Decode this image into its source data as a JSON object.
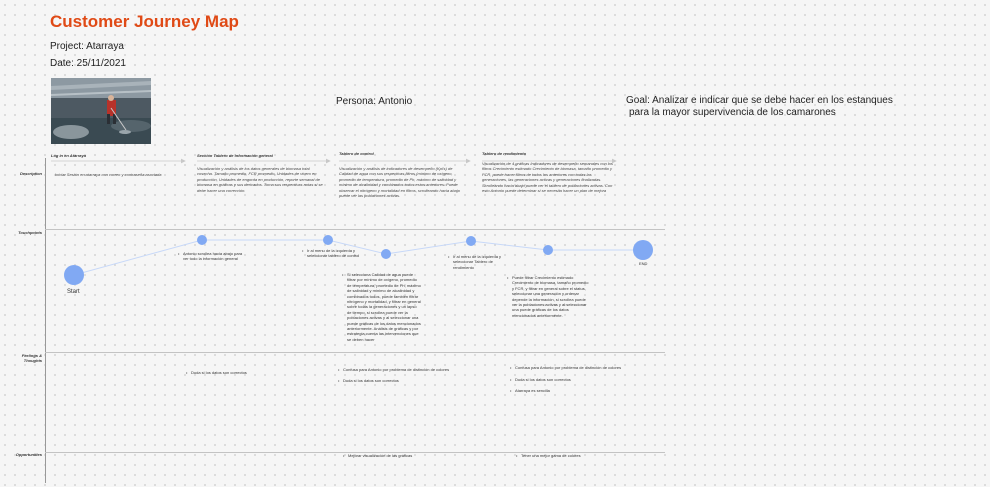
{
  "header": {
    "title": "Customer Journey Map",
    "project": "Project: Atarraya",
    "date": "Date: 25/11/2021"
  },
  "persona": "Persona: Antonio",
  "goal": {
    "line1": "Goal: Analizar e indicar que se debe hacer en los estanques",
    "line2": "para la mayor supervivencia de los camarones"
  },
  "rows": {
    "description": "Description",
    "touchpoints": "Touchpoints",
    "feelings": [
      "Feelings &",
      "Thoughts"
    ],
    "opportunities": "Opportunities"
  },
  "stages": [
    {
      "label": "Log in en Atarraya",
      "description": "Iniciar Sesión en atarraya con correo y contraseña asociada"
    },
    {
      "label": "Sección Tablero de información general",
      "description": "Visualización y análisis de los datos generales de biomasa total cosecha. Tamaño promedio, FCR promedio, Unidades de vivero en producción, Unidades de engorda en producción, reporte semanal de biomasa en gráficas y sus derivados. Toma sus respectivas notas si se debe hacer una corrección."
    },
    {
      "label": "Tablero de  control",
      "description": "Visualización y análisis de indicadores de desempeño (Kpi's) de Calidad de agua con sus respectivas filtros (mínimo de oxígeno, promedio de temperatura, promedio de Ph, máximo de salinidad y mínimo de alcalinidad y combinados todos estos anteriores. Puede observar el nitrógeno y mortalidad en filtros, scrolleando hacia abajo puede ver las poblaciones activas."
    },
    {
      "label": "Tablero de rendimiento",
      "description": "Visualización de 4 gráficas Indicadores de desempeño semanales con los filtros Crecimiento estimado Crecimiento de biomasa, tamaño promedio y FCR, puede hacer filtros de todos los anteriores con todas las generaciones, las generaciones activas y generaciones finalizadas. Scrolleando hacia abajo puede ver el tablero de poblaciones activas. Con esto Antonio puede determinar si se necesita hacer un plan de mejora"
    }
  ],
  "touchpoints": {
    "start": "Start",
    "end": "END",
    "notes": [
      "Antonio scrollea hacia abajo para ver todo la información general",
      "Ir al menu de la izquierda y seleccionar tablero de control",
      "Si selecciona Calidad de agua puede filtrar por mínimo de oxígeno, promedio de temperatura, promedio de Ph, máximo de salinidad y mínimo de alcalinidad y combinados todos, puede también filtrar nitrógeno y mortalidad, y filtrar en general sobre todas la generaciones y un lapso de tiempo, si scrollea puede ver la poblaciones activas y al seleccionar una puede gráficas de los datos mencionados anteriormente.  Análisis de gráficas y por estrategia cuenta las intervenciones que se deben hacer",
      "Ir al menu de la izquierda y seleccionar Tablero de rendimiento",
      "Puede filtrar Crecimiento estimado Crecimiento de biomasa, tamaño promedio y FCR, y filtrar en general sobre el status, seleccionar una generación y ordenar depende la información, si scrollea puede ver la poblaciones activas y al seleccionar una puede gráficas de los datos mencionados anteriormente."
    ]
  },
  "feelings": [
    [
      "Duda si los datos son correctos"
    ],
    [
      "Confusa para Antonio por problema de distinción de colores",
      "Duda si los datos son correctos"
    ],
    [
      "Confusa para Antonio por problema de distinción de colores",
      "Duda si los datos son correctos",
      "Atarraya es sencilla"
    ]
  ],
  "opportunities": [
    "Mejorar visualización de las gráficas",
    "Tener una mejor gama de colores"
  ],
  "colors": {
    "title": "#e04a16",
    "node": "#81a9f3",
    "line": "#c7d8f8",
    "arrow": "#c8c8c8"
  },
  "photo": {
    "icon": "worker-at-shrimp-pond-photo"
  }
}
